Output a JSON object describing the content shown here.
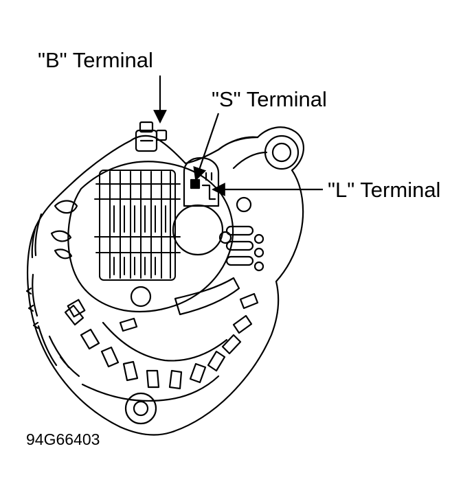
{
  "labels": {
    "b_terminal": "\"B\" Terminal",
    "s_terminal": "\"S\" Terminal",
    "l_terminal": "\"L\" Terminal"
  },
  "figure_code": "94G66403",
  "colors": {
    "ink": "#000000",
    "paper": "#ffffff"
  }
}
